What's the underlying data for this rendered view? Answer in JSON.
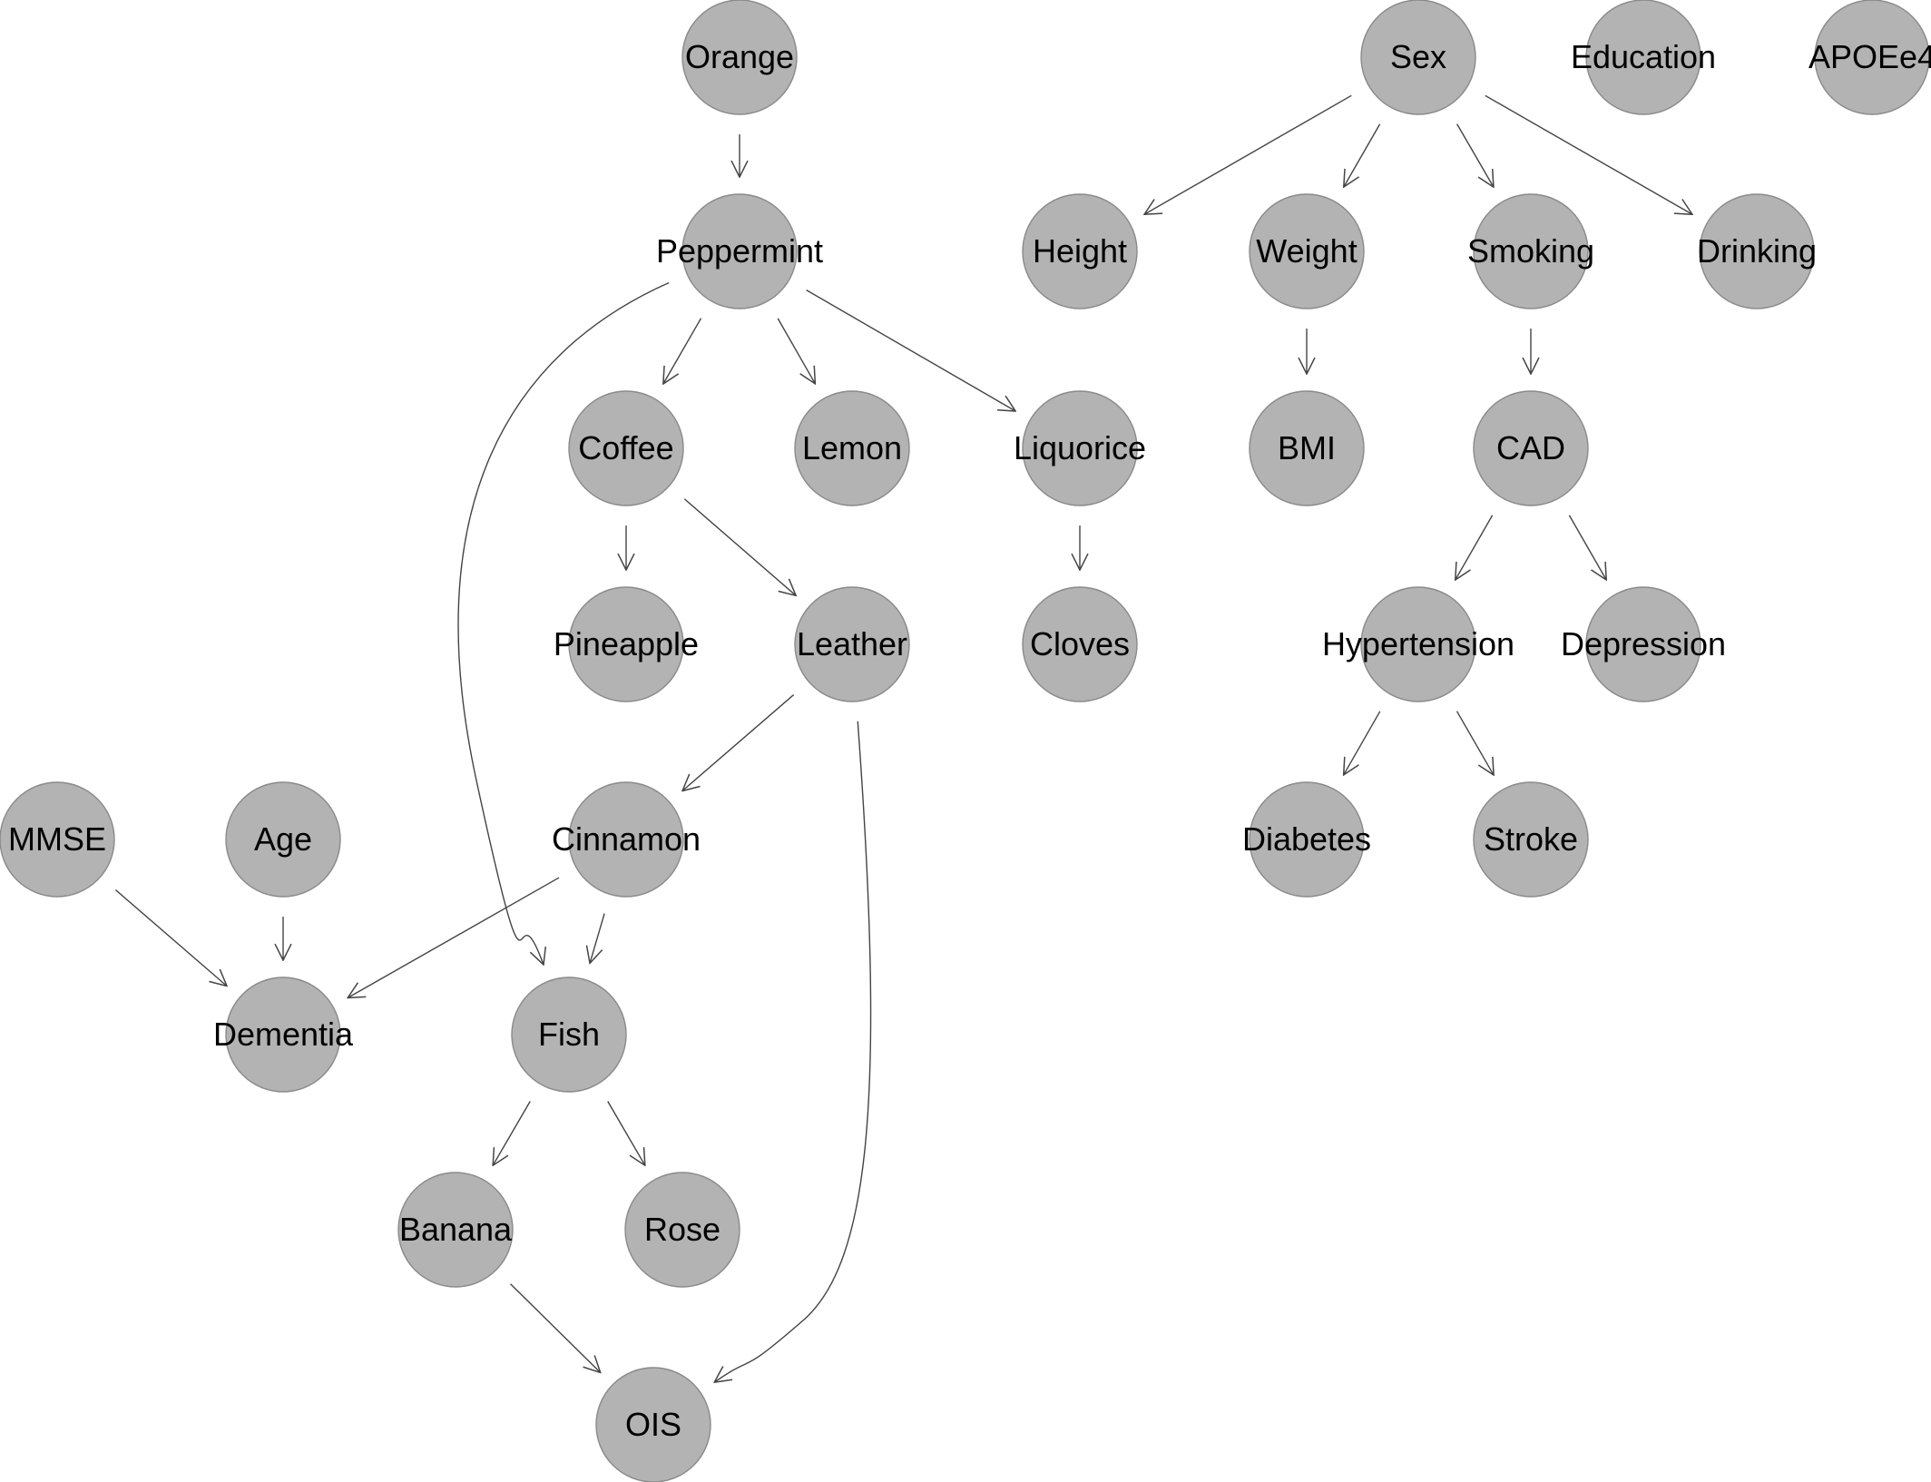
{
  "graph": {
    "nodes": [
      {
        "id": "Orange",
        "label": "Orange"
      },
      {
        "id": "Peppermint",
        "label": "Peppermint"
      },
      {
        "id": "Coffee",
        "label": "Coffee"
      },
      {
        "id": "Lemon",
        "label": "Lemon"
      },
      {
        "id": "Liquorice",
        "label": "Liquorice"
      },
      {
        "id": "Pineapple",
        "label": "Pineapple"
      },
      {
        "id": "Leather",
        "label": "Leather"
      },
      {
        "id": "Cloves",
        "label": "Cloves"
      },
      {
        "id": "Cinnamon",
        "label": "Cinnamon"
      },
      {
        "id": "MMSE",
        "label": "MMSE"
      },
      {
        "id": "Age",
        "label": "Age"
      },
      {
        "id": "Dementia",
        "label": "Dementia"
      },
      {
        "id": "Fish",
        "label": "Fish"
      },
      {
        "id": "Banana",
        "label": "Banana"
      },
      {
        "id": "Rose",
        "label": "Rose"
      },
      {
        "id": "OIS",
        "label": "OIS"
      },
      {
        "id": "Sex",
        "label": "Sex"
      },
      {
        "id": "Education",
        "label": "Education"
      },
      {
        "id": "APOEe4",
        "label": "APOEe4"
      },
      {
        "id": "Height",
        "label": "Height"
      },
      {
        "id": "Weight",
        "label": "Weight"
      },
      {
        "id": "Smoking",
        "label": "Smoking"
      },
      {
        "id": "Drinking",
        "label": "Drinking"
      },
      {
        "id": "BMI",
        "label": "BMI"
      },
      {
        "id": "CAD",
        "label": "CAD"
      },
      {
        "id": "Hypertension",
        "label": "Hypertension"
      },
      {
        "id": "Depression",
        "label": "Depression"
      },
      {
        "id": "Diabetes",
        "label": "Diabetes"
      },
      {
        "id": "Stroke",
        "label": "Stroke"
      }
    ],
    "edges": [
      {
        "from": "Orange",
        "to": "Peppermint"
      },
      {
        "from": "Peppermint",
        "to": "Coffee"
      },
      {
        "from": "Peppermint",
        "to": "Lemon"
      },
      {
        "from": "Peppermint",
        "to": "Liquorice"
      },
      {
        "from": "Peppermint",
        "to": "Fish"
      },
      {
        "from": "Coffee",
        "to": "Pineapple"
      },
      {
        "from": "Coffee",
        "to": "Leather"
      },
      {
        "from": "Liquorice",
        "to": "Cloves"
      },
      {
        "from": "Leather",
        "to": "Cinnamon"
      },
      {
        "from": "Leather",
        "to": "OIS"
      },
      {
        "from": "MMSE",
        "to": "Dementia"
      },
      {
        "from": "Age",
        "to": "Dementia"
      },
      {
        "from": "Cinnamon",
        "to": "Dementia"
      },
      {
        "from": "Cinnamon",
        "to": "Fish"
      },
      {
        "from": "Fish",
        "to": "Banana"
      },
      {
        "from": "Fish",
        "to": "Rose"
      },
      {
        "from": "Banana",
        "to": "OIS"
      },
      {
        "from": "Sex",
        "to": "Height"
      },
      {
        "from": "Sex",
        "to": "Weight"
      },
      {
        "from": "Sex",
        "to": "Smoking"
      },
      {
        "from": "Sex",
        "to": "Drinking"
      },
      {
        "from": "Weight",
        "to": "BMI"
      },
      {
        "from": "Smoking",
        "to": "CAD"
      },
      {
        "from": "CAD",
        "to": "Hypertension"
      },
      {
        "from": "CAD",
        "to": "Depression"
      },
      {
        "from": "Hypertension",
        "to": "Diabetes"
      },
      {
        "from": "Hypertension",
        "to": "Stroke"
      }
    ]
  }
}
